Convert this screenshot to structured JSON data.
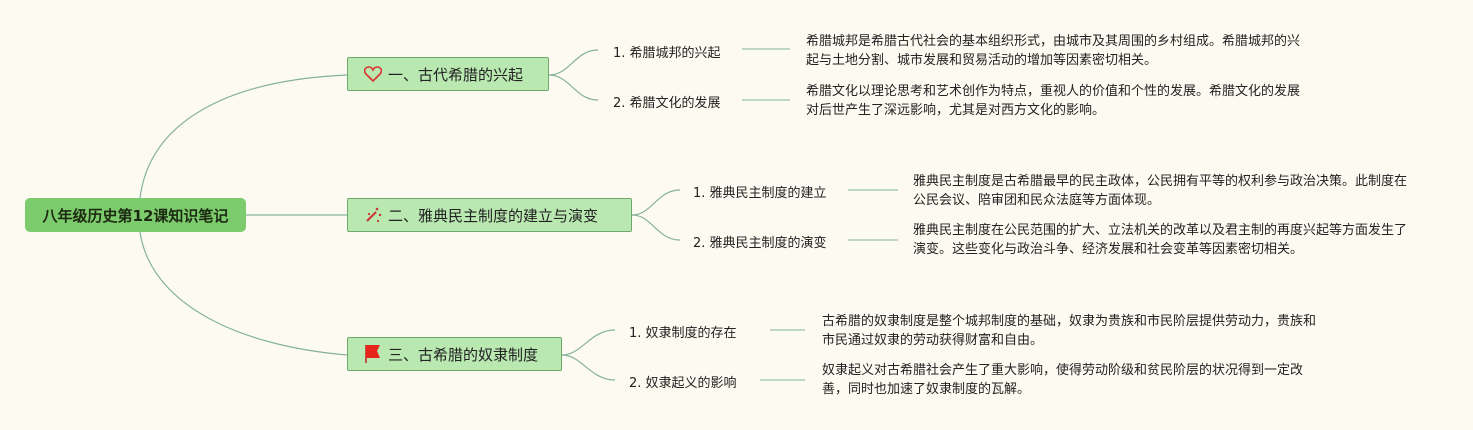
{
  "root": {
    "title": "八年级历史第12课知识笔记"
  },
  "branches": [
    {
      "title": "一、古代希腊的兴起",
      "icon": "heart-icon",
      "subs": [
        {
          "title": "1. 希腊城邦的兴起",
          "desc": "希腊城邦是希腊古代社会的基本组织形式，由城市及其周围的乡村组成。希腊城邦的兴起与土地分割、城市发展和贸易活动的增加等因素密切相关。"
        },
        {
          "title": "2. 希腊文化的发展",
          "desc": "希腊文化以理论思考和艺术创作为特点，重视人的价值和个性的发展。希腊文化的发展对后世产生了深远影响，尤其是对西方文化的影响。"
        }
      ]
    },
    {
      "title": "二、雅典民主制度的建立与演变",
      "icon": "magic-wand-icon",
      "subs": [
        {
          "title": "1. 雅典民主制度的建立",
          "desc": "雅典民主制度是古希腊最早的民主政体，公民拥有平等的权利参与政治决策。此制度在公民会议、陪审团和民众法庭等方面体现。"
        },
        {
          "title": "2. 雅典民主制度的演变",
          "desc": "雅典民主制度在公民范围的扩大、立法机关的改革以及君主制的再度兴起等方面发生了演变。这些变化与政治斗争、经济发展和社会变革等因素密切相关。"
        }
      ]
    },
    {
      "title": "三、古希腊的奴隶制度",
      "icon": "flag-icon",
      "subs": [
        {
          "title": "1. 奴隶制度的存在",
          "desc": "古希腊的奴隶制度是整个城邦制度的基础，奴隶为贵族和市民阶层提供劳动力，贵族和市民通过奴隶的劳动获得财富和自由。"
        },
        {
          "title": "2. 奴隶起义的影响",
          "desc": "奴隶起义对古希腊社会产生了重大影响，使得劳动阶级和贫民阶层的状况得到一定改善，同时也加速了奴隶制度的瓦解。"
        }
      ]
    }
  ],
  "colors": {
    "line": "#7fae98",
    "root": "#7ccb6c",
    "branch": "#b9e8b1"
  }
}
